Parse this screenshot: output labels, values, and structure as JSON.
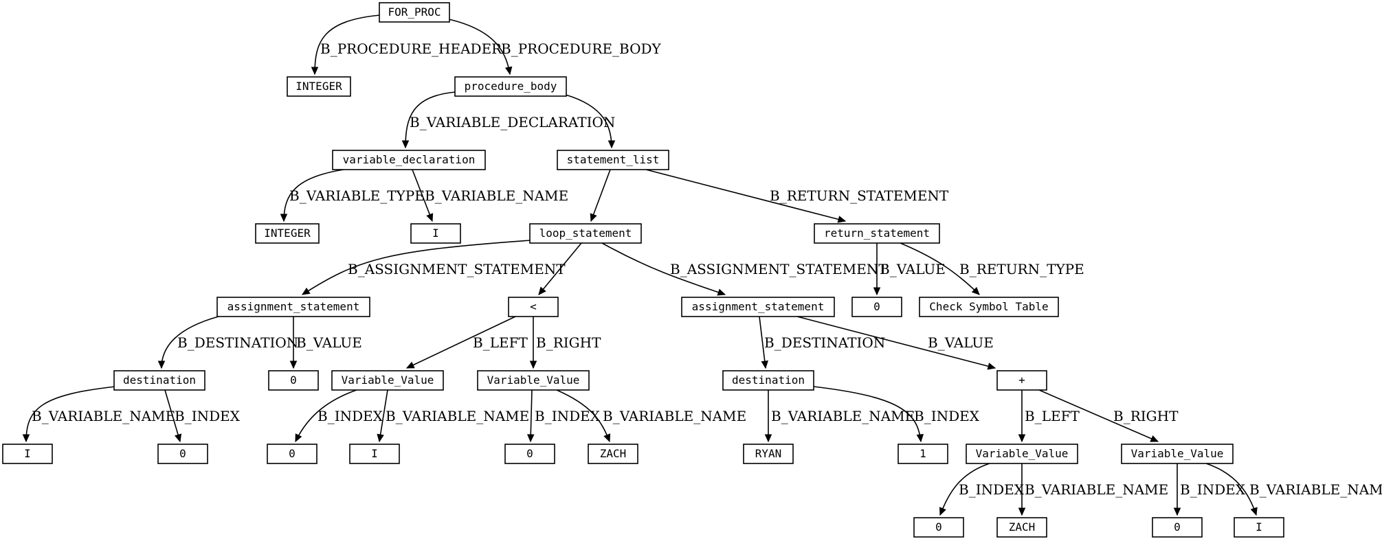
{
  "diagram": {
    "type": "tree",
    "nodes": [
      {
        "id": "n0",
        "label": "FOR_PROC"
      },
      {
        "id": "n1",
        "label": "INTEGER"
      },
      {
        "id": "n2",
        "label": "procedure_body"
      },
      {
        "id": "n3",
        "label": "variable_declaration"
      },
      {
        "id": "n4",
        "label": "statement_list"
      },
      {
        "id": "n5",
        "label": "INTEGER"
      },
      {
        "id": "n6",
        "label": "I"
      },
      {
        "id": "n7",
        "label": "loop_statement"
      },
      {
        "id": "n8",
        "label": "return_statement"
      },
      {
        "id": "n9",
        "label": "assignment_statement"
      },
      {
        "id": "n10",
        "label": "<"
      },
      {
        "id": "n11",
        "label": "assignment_statement"
      },
      {
        "id": "n12",
        "label": "0"
      },
      {
        "id": "n13",
        "label": "Check Symbol Table"
      },
      {
        "id": "n14",
        "label": "destination"
      },
      {
        "id": "n15",
        "label": "0"
      },
      {
        "id": "n16",
        "label": "Variable_Value"
      },
      {
        "id": "n17",
        "label": "Variable_Value"
      },
      {
        "id": "n18",
        "label": "destination"
      },
      {
        "id": "n19",
        "label": "+"
      },
      {
        "id": "n20",
        "label": "I"
      },
      {
        "id": "n21",
        "label": "0"
      },
      {
        "id": "n22",
        "label": "0"
      },
      {
        "id": "n23",
        "label": "I"
      },
      {
        "id": "n24",
        "label": "0"
      },
      {
        "id": "n25",
        "label": "ZACH"
      },
      {
        "id": "n26",
        "label": "RYAN"
      },
      {
        "id": "n27",
        "label": "1"
      },
      {
        "id": "n28",
        "label": "Variable_Value"
      },
      {
        "id": "n29",
        "label": "Variable_Value"
      },
      {
        "id": "n30",
        "label": "0"
      },
      {
        "id": "n31",
        "label": "ZACH"
      },
      {
        "id": "n32",
        "label": "0"
      },
      {
        "id": "n33",
        "label": "I"
      }
    ],
    "edges": [
      {
        "from": "n0",
        "to": "n1",
        "label": "B_PROCEDURE_HEADER"
      },
      {
        "from": "n0",
        "to": "n2",
        "label": "B_PROCEDURE_BODY"
      },
      {
        "from": "n2",
        "to": "n3",
        "label": "B_VARIABLE_DECLARATION"
      },
      {
        "from": "n2",
        "to": "n4",
        "label": ""
      },
      {
        "from": "n3",
        "to": "n5",
        "label": "B_VARIABLE_TYPE"
      },
      {
        "from": "n3",
        "to": "n6",
        "label": "B_VARIABLE_NAME"
      },
      {
        "from": "n4",
        "to": "n7",
        "label": ""
      },
      {
        "from": "n4",
        "to": "n8",
        "label": "B_RETURN_STATEMENT"
      },
      {
        "from": "n7",
        "to": "n9",
        "label": "B_ASSIGNMENT_STATEMENT"
      },
      {
        "from": "n7",
        "to": "n10",
        "label": ""
      },
      {
        "from": "n7",
        "to": "n11",
        "label": "B_ASSIGNMENT_STATEMENT"
      },
      {
        "from": "n8",
        "to": "n12",
        "label": "B_VALUE"
      },
      {
        "from": "n8",
        "to": "n13",
        "label": "B_RETURN_TYPE"
      },
      {
        "from": "n9",
        "to": "n14",
        "label": "B_DESTINATION"
      },
      {
        "from": "n9",
        "to": "n15",
        "label": "B_VALUE"
      },
      {
        "from": "n10",
        "to": "n16",
        "label": "B_LEFT"
      },
      {
        "from": "n10",
        "to": "n17",
        "label": "B_RIGHT"
      },
      {
        "from": "n11",
        "to": "n18",
        "label": "B_DESTINATION"
      },
      {
        "from": "n11",
        "to": "n19",
        "label": "B_VALUE"
      },
      {
        "from": "n14",
        "to": "n20",
        "label": "B_VARIABLE_NAME"
      },
      {
        "from": "n14",
        "to": "n21",
        "label": "B_INDEX"
      },
      {
        "from": "n16",
        "to": "n22",
        "label": "B_INDEX"
      },
      {
        "from": "n16",
        "to": "n23",
        "label": "B_VARIABLE_NAME"
      },
      {
        "from": "n17",
        "to": "n24",
        "label": "B_INDEX"
      },
      {
        "from": "n17",
        "to": "n25",
        "label": "B_VARIABLE_NAME"
      },
      {
        "from": "n18",
        "to": "n26",
        "label": "B_VARIABLE_NAME"
      },
      {
        "from": "n18",
        "to": "n27",
        "label": "B_INDEX"
      },
      {
        "from": "n19",
        "to": "n28",
        "label": "B_LEFT"
      },
      {
        "from": "n19",
        "to": "n29",
        "label": "B_RIGHT"
      },
      {
        "from": "n28",
        "to": "n30",
        "label": "B_INDEX"
      },
      {
        "from": "n28",
        "to": "n31",
        "label": "B_VARIABLE_NAME"
      },
      {
        "from": "n29",
        "to": "n32",
        "label": "B_INDEX"
      },
      {
        "from": "n29",
        "to": "n33",
        "label": "B_VARIABLE_NAME"
      }
    ]
  }
}
